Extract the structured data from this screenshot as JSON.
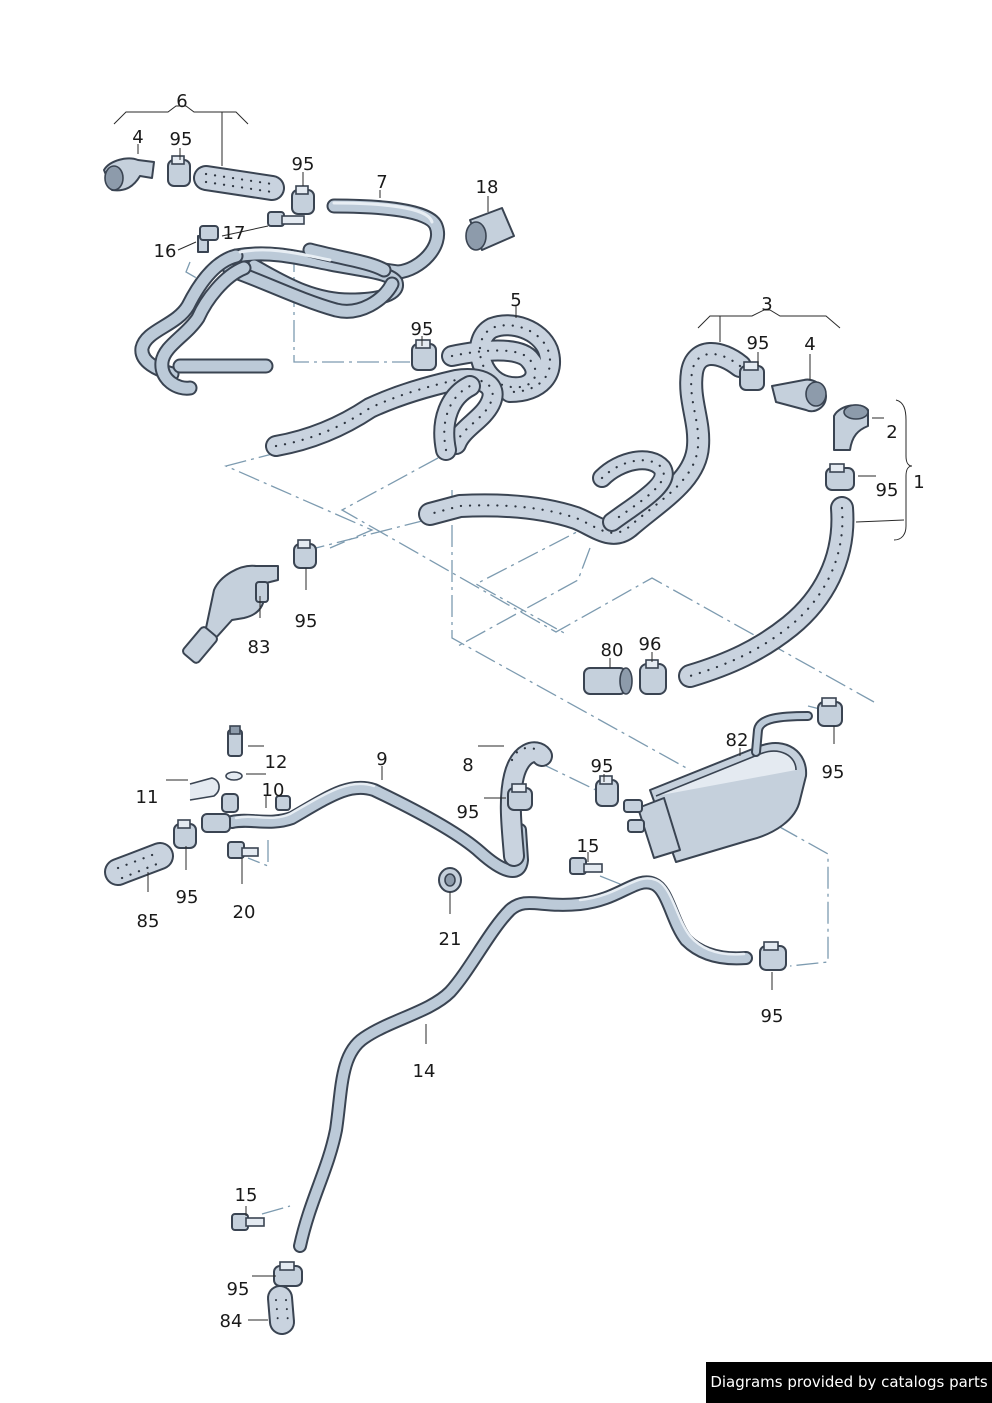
{
  "callouts": {
    "c6": "6",
    "c4a": "4",
    "c95a": "95",
    "c95b": "95",
    "c7": "7",
    "c18": "18",
    "c16": "16",
    "c17": "17",
    "c5": "5",
    "c95c": "95",
    "c3": "3",
    "c95d": "95",
    "c4b": "4",
    "c2": "2",
    "c1": "1",
    "c95e": "95",
    "c95f": "95",
    "c83": "83",
    "c80": "80",
    "c96": "96",
    "c82": "82",
    "c95g": "95",
    "c12": "12",
    "c11": "11",
    "c10": "10",
    "c9": "9",
    "c8": "8",
    "c95h": "95",
    "c95i": "95",
    "c95j": "95",
    "c85": "85",
    "c20": "20",
    "c21": "21",
    "c15a": "15",
    "c95k": "95",
    "c14": "14",
    "c15b": "15",
    "c95l": "95",
    "c84": "84"
  },
  "footer": {
    "text": "Diagrams provided by catalogs parts"
  }
}
